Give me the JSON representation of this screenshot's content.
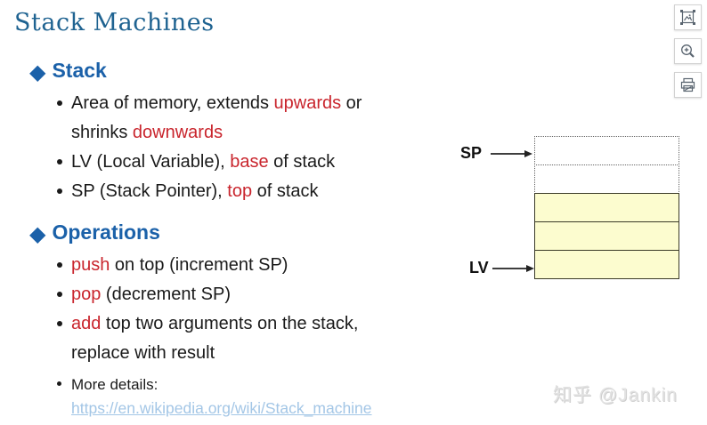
{
  "slide": {
    "title": "Stack Machines",
    "markers": {
      "diamond": "◆"
    },
    "stack_section": {
      "heading": "Stack",
      "b1": {
        "p1": "Area of memory, extends ",
        "p2": "upwards",
        "p3": " or",
        "p4": "shrinks ",
        "p5": "downwards"
      },
      "b2": {
        "p1": "LV (Local Variable), ",
        "p2": "base",
        "p3": " of stack"
      },
      "b3": {
        "p1": "SP (Stack Pointer), ",
        "p2": "top",
        "p3": " of stack"
      }
    },
    "operations_section": {
      "heading": "Operations",
      "b1": {
        "p1": "push",
        "p2": " on top (increment SP)"
      },
      "b2": {
        "p1": "pop",
        "p2": " (decrement SP)"
      },
      "b3": {
        "p1": "add",
        "p2": " top two arguments on the stack,",
        "p3": "replace with result"
      },
      "b4": {
        "label": "More details:",
        "link": "https://en.wikipedia.org/wiki/Stack_machine"
      }
    }
  },
  "diagram": {
    "sp_label": "SP",
    "lv_label": "LV",
    "free_cells": 2,
    "filled_cells": 3,
    "cell_fill_color": "#FCFCCF"
  },
  "toolbar": {
    "buttons": [
      {
        "name": "view-image"
      },
      {
        "name": "zoom-in"
      },
      {
        "name": "print"
      }
    ]
  },
  "watermark": "知乎 @Jankin",
  "colors": {
    "title": "#1F6391",
    "heading": "#1B61A9",
    "emphasis_red": "#C9252D",
    "link": "#A3C6E6",
    "cell_yellow": "#FCFCCF"
  }
}
